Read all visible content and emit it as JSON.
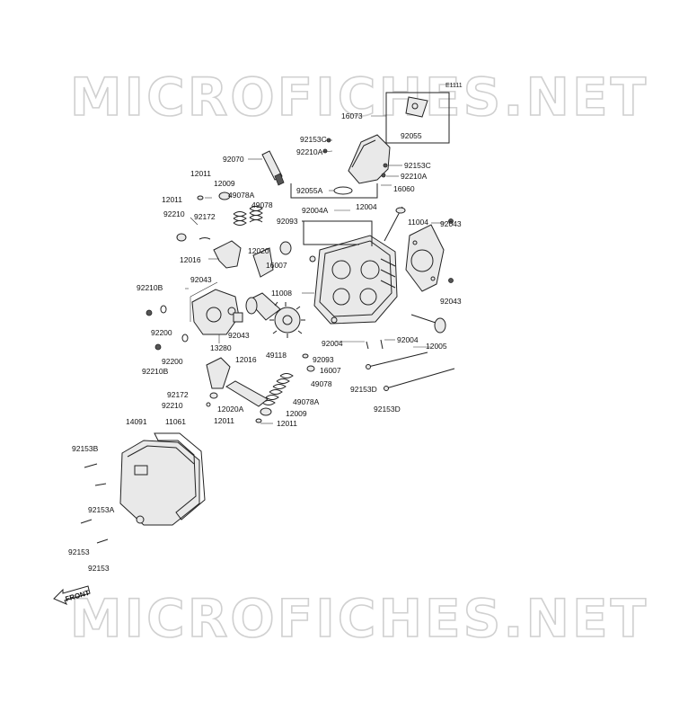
{
  "diagram": {
    "code": "E1111",
    "watermark": "MICROFICHES.NET",
    "front_label": "FRONT",
    "labels": [
      {
        "id": "l-16073",
        "text": "16073"
      },
      {
        "id": "l-92055",
        "text": "92055"
      },
      {
        "id": "l-92153c-a",
        "text": "92153C"
      },
      {
        "id": "l-92210a-a",
        "text": "92210A"
      },
      {
        "id": "l-92153c-b",
        "text": "92153C"
      },
      {
        "id": "l-92210a-b",
        "text": "92210A"
      },
      {
        "id": "l-92055a",
        "text": "92055A"
      },
      {
        "id": "l-16060",
        "text": "16060"
      },
      {
        "id": "l-92070",
        "text": "92070"
      },
      {
        "id": "l-12011-a",
        "text": "12011"
      },
      {
        "id": "l-12009-a",
        "text": "12009"
      },
      {
        "id": "l-12011-b",
        "text": "12011"
      },
      {
        "id": "l-49078a-a",
        "text": "49078A"
      },
      {
        "id": "l-49078-a",
        "text": "49078"
      },
      {
        "id": "l-92210-a",
        "text": "92210"
      },
      {
        "id": "l-92172-a",
        "text": "92172"
      },
      {
        "id": "l-92093-a",
        "text": "92093"
      },
      {
        "id": "l-92004a",
        "text": "92004A"
      },
      {
        "id": "l-12004",
        "text": "12004"
      },
      {
        "id": "l-11004",
        "text": "11004"
      },
      {
        "id": "l-92043-a",
        "text": "92043"
      },
      {
        "id": "l-12020",
        "text": "12020"
      },
      {
        "id": "l-12016-a",
        "text": "12016"
      },
      {
        "id": "l-16007-a",
        "text": "16007"
      },
      {
        "id": "l-92043-b",
        "text": "92043"
      },
      {
        "id": "l-92210b-a",
        "text": "92210B"
      },
      {
        "id": "l-11008",
        "text": "11008"
      },
      {
        "id": "l-92043-c",
        "text": "92043"
      },
      {
        "id": "l-92200-a",
        "text": "92200"
      },
      {
        "id": "l-92043-d",
        "text": "92043"
      },
      {
        "id": "l-13280",
        "text": "13280"
      },
      {
        "id": "l-92004-a",
        "text": "92004"
      },
      {
        "id": "l-92004-b",
        "text": "92004"
      },
      {
        "id": "l-12005",
        "text": "12005"
      },
      {
        "id": "l-92210b-b",
        "text": "92210B"
      },
      {
        "id": "l-92200-b",
        "text": "92200"
      },
      {
        "id": "l-12016-b",
        "text": "12016"
      },
      {
        "id": "l-49118",
        "text": "49118"
      },
      {
        "id": "l-92093-b",
        "text": "92093"
      },
      {
        "id": "l-16007-b",
        "text": "16007"
      },
      {
        "id": "l-49078-b",
        "text": "49078"
      },
      {
        "id": "l-92153d-a",
        "text": "92153D"
      },
      {
        "id": "l-92172-b",
        "text": "92172"
      },
      {
        "id": "l-49078a-b",
        "text": "49078A"
      },
      {
        "id": "l-92210-b",
        "text": "92210"
      },
      {
        "id": "l-12020a",
        "text": "12020A"
      },
      {
        "id": "l-12009-b",
        "text": "12009"
      },
      {
        "id": "l-92153d-b",
        "text": "92153D"
      },
      {
        "id": "l-12011-c",
        "text": "12011"
      },
      {
        "id": "l-12011-d",
        "text": "12011"
      },
      {
        "id": "l-14091",
        "text": "14091"
      },
      {
        "id": "l-11061",
        "text": "11061"
      },
      {
        "id": "l-92153b",
        "text": "92153B"
      },
      {
        "id": "l-92153a",
        "text": "92153A"
      },
      {
        "id": "l-92153-a",
        "text": "92153"
      },
      {
        "id": "l-92153-b",
        "text": "92153"
      }
    ]
  }
}
